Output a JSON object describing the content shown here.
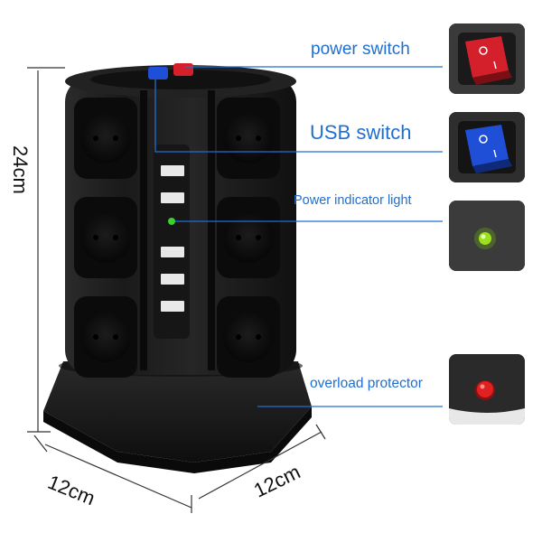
{
  "callouts": {
    "power_switch": "power switch",
    "usb_switch": "USB switch",
    "indicator": "Power indicator light",
    "overload": "overload protector"
  },
  "dimensions": {
    "height": "24cm",
    "depth": "12cm",
    "width": "12cm"
  },
  "colors": {
    "accent": "#1f6fd1",
    "power_switch": "#d4202a",
    "usb_switch": "#1f4fd6",
    "indicator": "#9be01e",
    "overload": "#e02121",
    "body": "#141414"
  }
}
